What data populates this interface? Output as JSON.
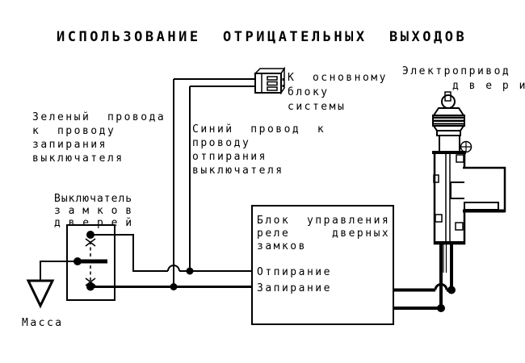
{
  "title": "ИСПОЛЬЗОВАНИЕ  ОТРИЦАТЕЛЬНЫХ  ВЫХОДОВ",
  "labels": {
    "connector": "К  основному\nблоку\nсистемы",
    "actuator": "Электропривод\n      д в е р и",
    "green_wire": "Зеленый  провода\nк  проводу\nзапирания\nвыключателя",
    "blue_wire": "Синий  провод  к\nпроводу\nотпирания\nвыключателя",
    "door_lock_switch": "Выключатель\nз а м к о в\nд в е р е й",
    "ground": "Масса"
  },
  "control_block": {
    "title": "Блок  управления\nреле     дверных\nзамков",
    "output_unlock": "Отпирание",
    "output_lock": "Запирание"
  },
  "colors": {
    "line": "#000000",
    "background": "#ffffff"
  }
}
